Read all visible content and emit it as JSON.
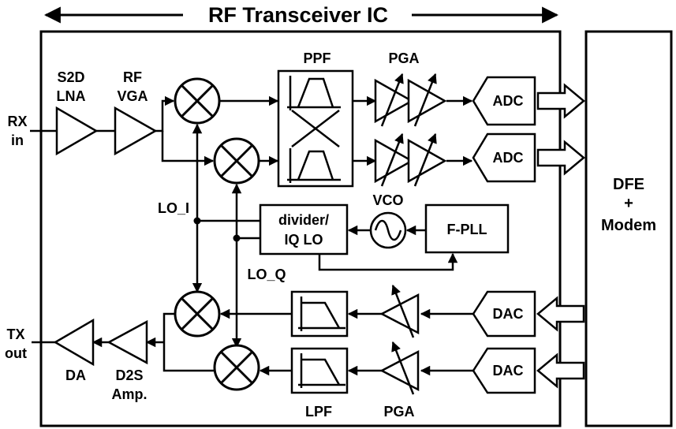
{
  "title": "RF Transceiver IC",
  "labels": {
    "rx_in": [
      "RX",
      "in"
    ],
    "tx_out": [
      "TX",
      "out"
    ],
    "s2d_lna": [
      "S2D",
      "LNA"
    ],
    "rf_vga": [
      "RF",
      "VGA"
    ],
    "ppf": "PPF",
    "pga_rx": "PGA",
    "adc_i": "ADC",
    "adc_q": "ADC",
    "dfe_modem": [
      "DFE",
      "+",
      "Modem"
    ],
    "lo_i": "LO_I",
    "lo_q": "LO_Q",
    "divider": [
      "divider/",
      "IQ LO"
    ],
    "vco": "VCO",
    "fpll": "F-PLL",
    "dac_i": "DAC",
    "dac_q": "DAC",
    "lpf": "LPF",
    "pga_tx": "PGA",
    "da": "DA",
    "d2s_amp": [
      "D2S",
      "Amp."
    ]
  },
  "colors": {
    "line": "#000000",
    "fill": "#ffffff"
  }
}
